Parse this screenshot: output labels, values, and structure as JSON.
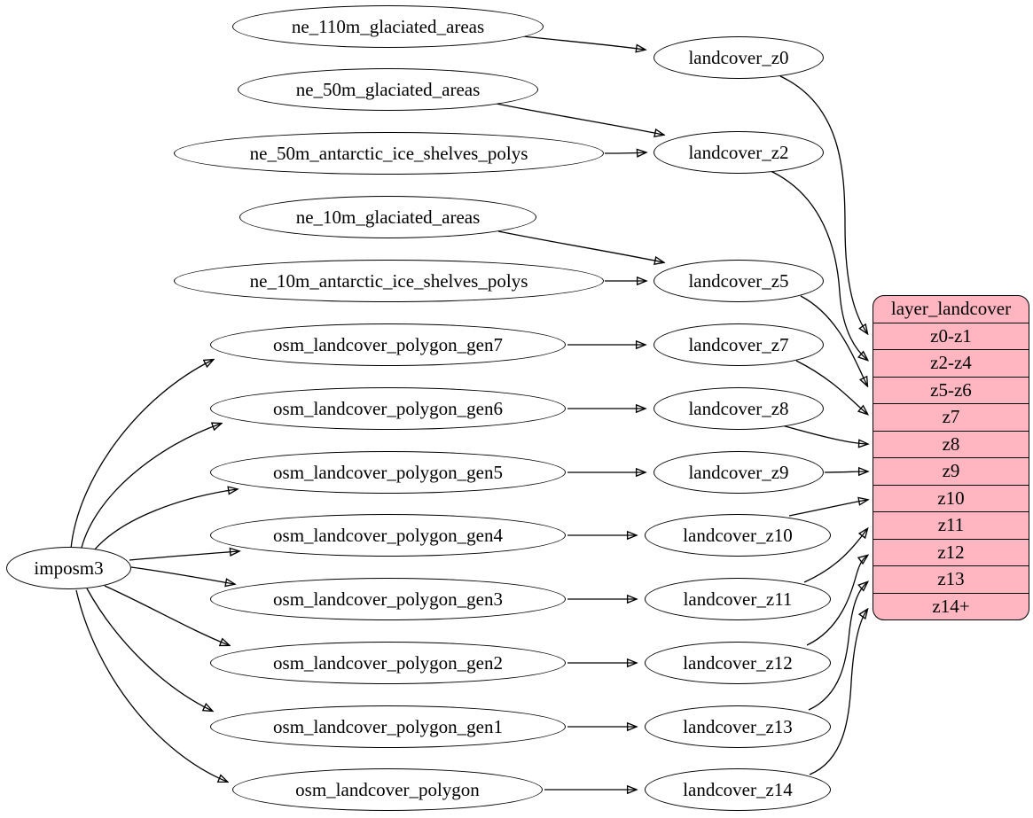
{
  "diagram": {
    "kind": "dependency-graph",
    "background": "#ffffff",
    "node_fill": "#ffffff",
    "node_stroke": "#000000",
    "edge_color": "#000000"
  },
  "nodes": {
    "imposm3": {
      "label": "imposm3"
    },
    "sources": [
      {
        "label": "ne_110m_glaciated_areas"
      },
      {
        "label": "ne_50m_glaciated_areas"
      },
      {
        "label": "ne_50m_antarctic_ice_shelves_polys"
      },
      {
        "label": "ne_10m_glaciated_areas"
      },
      {
        "label": "ne_10m_antarctic_ice_shelves_polys"
      },
      {
        "label": "osm_landcover_polygon_gen7"
      },
      {
        "label": "osm_landcover_polygon_gen6"
      },
      {
        "label": "osm_landcover_polygon_gen5"
      },
      {
        "label": "osm_landcover_polygon_gen4"
      },
      {
        "label": "osm_landcover_polygon_gen3"
      },
      {
        "label": "osm_landcover_polygon_gen2"
      },
      {
        "label": "osm_landcover_polygon_gen1"
      },
      {
        "label": "osm_landcover_polygon"
      }
    ],
    "generalized": [
      {
        "label": "landcover_z0"
      },
      {
        "label": "landcover_z2"
      },
      {
        "label": "landcover_z5"
      },
      {
        "label": "landcover_z7"
      },
      {
        "label": "landcover_z8"
      },
      {
        "label": "landcover_z9"
      },
      {
        "label": "landcover_z10"
      },
      {
        "label": "landcover_z11"
      },
      {
        "label": "landcover_z12"
      },
      {
        "label": "landcover_z13"
      },
      {
        "label": "landcover_z14"
      }
    ]
  },
  "table": {
    "title": "layer_landcover",
    "fill": "#ffb6c1",
    "rows": [
      "z0-z1",
      "z2-z4",
      "z5-z6",
      "z7",
      "z8",
      "z9",
      "z10",
      "z11",
      "z12",
      "z13",
      "z14+"
    ]
  },
  "edges": [
    {
      "from": "ne_110m_glaciated_areas",
      "to": "landcover_z0"
    },
    {
      "from": "ne_50m_glaciated_areas",
      "to": "landcover_z2"
    },
    {
      "from": "ne_50m_antarctic_ice_shelves_polys",
      "to": "landcover_z2"
    },
    {
      "from": "ne_10m_glaciated_areas",
      "to": "landcover_z5"
    },
    {
      "from": "ne_10m_antarctic_ice_shelves_polys",
      "to": "landcover_z5"
    },
    {
      "from": "imposm3",
      "to": "osm_landcover_polygon_gen7"
    },
    {
      "from": "imposm3",
      "to": "osm_landcover_polygon_gen6"
    },
    {
      "from": "imposm3",
      "to": "osm_landcover_polygon_gen5"
    },
    {
      "from": "imposm3",
      "to": "osm_landcover_polygon_gen4"
    },
    {
      "from": "imposm3",
      "to": "osm_landcover_polygon_gen3"
    },
    {
      "from": "imposm3",
      "to": "osm_landcover_polygon_gen2"
    },
    {
      "from": "imposm3",
      "to": "osm_landcover_polygon_gen1"
    },
    {
      "from": "imposm3",
      "to": "osm_landcover_polygon"
    },
    {
      "from": "osm_landcover_polygon_gen7",
      "to": "landcover_z7"
    },
    {
      "from": "osm_landcover_polygon_gen6",
      "to": "landcover_z8"
    },
    {
      "from": "osm_landcover_polygon_gen5",
      "to": "landcover_z9"
    },
    {
      "from": "osm_landcover_polygon_gen4",
      "to": "landcover_z10"
    },
    {
      "from": "osm_landcover_polygon_gen3",
      "to": "landcover_z11"
    },
    {
      "from": "osm_landcover_polygon_gen2",
      "to": "landcover_z12"
    },
    {
      "from": "osm_landcover_polygon_gen1",
      "to": "landcover_z13"
    },
    {
      "from": "osm_landcover_polygon",
      "to": "landcover_z14"
    },
    {
      "from": "landcover_z0",
      "to": "layer_landcover:z0-z1"
    },
    {
      "from": "landcover_z2",
      "to": "layer_landcover:z2-z4"
    },
    {
      "from": "landcover_z5",
      "to": "layer_landcover:z5-z6"
    },
    {
      "from": "landcover_z7",
      "to": "layer_landcover:z7"
    },
    {
      "from": "landcover_z8",
      "to": "layer_landcover:z8"
    },
    {
      "from": "landcover_z9",
      "to": "layer_landcover:z9"
    },
    {
      "from": "landcover_z10",
      "to": "layer_landcover:z10"
    },
    {
      "from": "landcover_z11",
      "to": "layer_landcover:z11"
    },
    {
      "from": "landcover_z12",
      "to": "layer_landcover:z12"
    },
    {
      "from": "landcover_z13",
      "to": "layer_landcover:z13"
    },
    {
      "from": "landcover_z14",
      "to": "layer_landcover:z14+"
    }
  ]
}
